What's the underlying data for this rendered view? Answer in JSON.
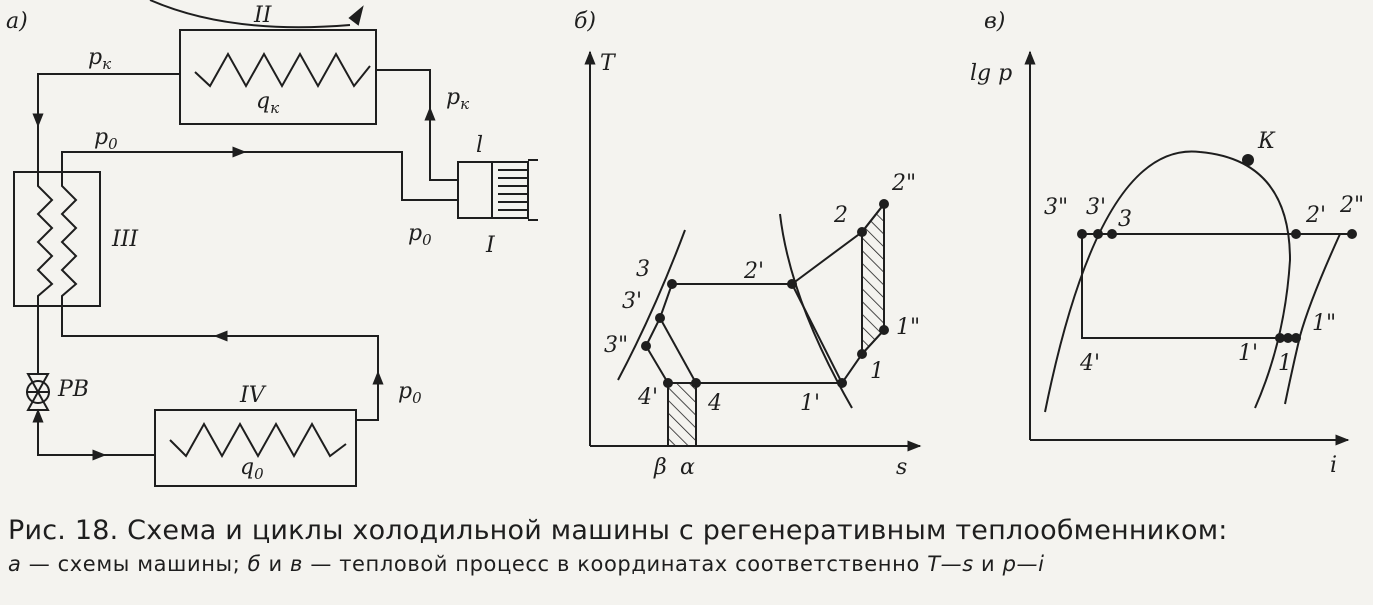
{
  "panels": {
    "a": {
      "label": "а)",
      "components": {
        "condenser": "II",
        "heat_exchanger": "III",
        "evaporator": "IV",
        "compressor": "I",
        "compressor_top": "l",
        "valve": "РВ"
      },
      "labels": {
        "pk_top": "p",
        "pk_top_sub": "к",
        "pk_right": "p",
        "pk_right_sub": "к",
        "p0_top": "p",
        "p0_top_sub": "0",
        "p0_mid": "p",
        "p0_mid_sub": "0",
        "p0_right": "p",
        "p0_right_sub": "0",
        "qk": "q",
        "qk_sub": "к",
        "q0": "q",
        "q0_sub": "0"
      }
    },
    "b": {
      "label": "б)",
      "axis_y": "T",
      "axis_x": "s",
      "points": [
        "3",
        "3'",
        "3\"",
        "2'",
        "2",
        "2\"",
        "1\"",
        "1",
        "1'",
        "4'",
        "4"
      ],
      "bottom_labels": [
        "β",
        "α"
      ]
    },
    "c": {
      "label": "в)",
      "axis_y": "lg p",
      "axis_x": "i",
      "points": [
        "К",
        "3\"",
        "3'",
        "3",
        "2'",
        "2\"",
        "4'",
        "1'",
        "1",
        "1\""
      ]
    }
  },
  "caption": {
    "title": "Рис. 18. Схема и циклы холодильной машины с регенеративным теплообменником:",
    "legend_a": "а",
    "legend_text1": "— схемы машины;",
    "legend_b": "б",
    "legend_and": "и",
    "legend_c": "в",
    "legend_text2": "— тепловой процесс в координатах соответственно",
    "legend_ts": "T—s",
    "legend_and2": "и",
    "legend_pi": "p—i"
  }
}
